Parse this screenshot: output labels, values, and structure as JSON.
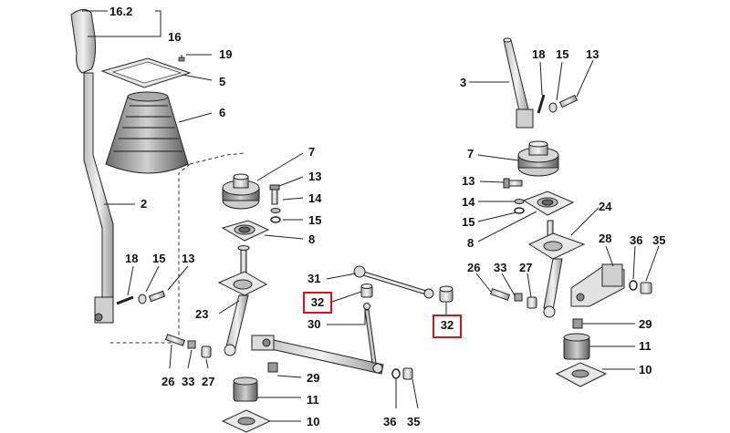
{
  "callouts": {
    "c16_2": "16.2",
    "c16": "16",
    "c19": "19",
    "c5": "5",
    "c6": "6",
    "c7_left": "7",
    "c13_left_top": "13",
    "c14_left": "14",
    "c15_left_top": "15",
    "c8_left": "8",
    "c2": "2",
    "c18_left": "18",
    "c15_left_bot": "15",
    "c13_left_bot": "13",
    "c23": "23",
    "c31": "31",
    "c32_left": "32",
    "c30": "30",
    "c32_right": "32",
    "c26_left": "26",
    "c33_left": "33",
    "c27_left": "27",
    "c29_left": "29",
    "c11_left": "11",
    "c10_left": "10",
    "c36_left": "36",
    "c35_left": "35",
    "c3": "3",
    "c18_right": "18",
    "c15_right_top": "15",
    "c13_right_top": "13",
    "c7_right": "7",
    "c13_right_mid": "13",
    "c14_right": "14",
    "c15_right_mid": "15",
    "c8_right": "8",
    "c24": "24",
    "c28": "28",
    "c36_right": "36",
    "c35_right": "35",
    "c26_right": "26",
    "c33_right": "33",
    "c27_right": "27",
    "c29_right": "29",
    "c11_right": "11",
    "c10_right": "10"
  },
  "colors": {
    "highlight": "#d4141c",
    "line": "#222222",
    "part_fill": "#e6e6e6",
    "part_dark": "#7a7a7a"
  }
}
